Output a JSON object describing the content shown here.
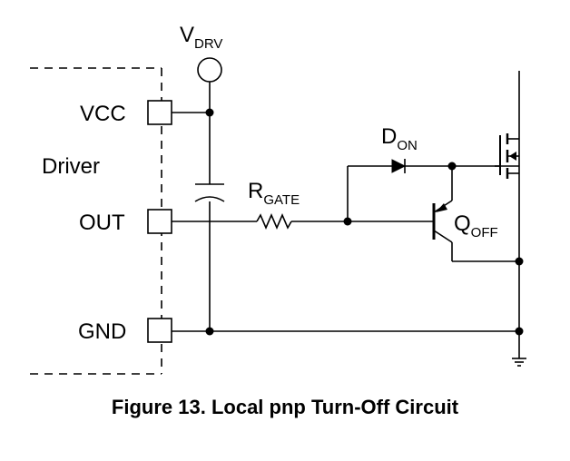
{
  "supply": {
    "main": "V",
    "sub": "DRV"
  },
  "driver": {
    "label": "Driver",
    "pins": {
      "vcc": "VCC",
      "out": "OUT",
      "gnd": "GND"
    }
  },
  "components": {
    "resistor": {
      "main": "R",
      "sub": "GATE"
    },
    "diode": {
      "main": "D",
      "sub": "ON"
    },
    "transistor": {
      "main": "Q",
      "sub": "OFF"
    }
  },
  "caption": "Figure 13. Local pnp Turn-Off Circuit"
}
